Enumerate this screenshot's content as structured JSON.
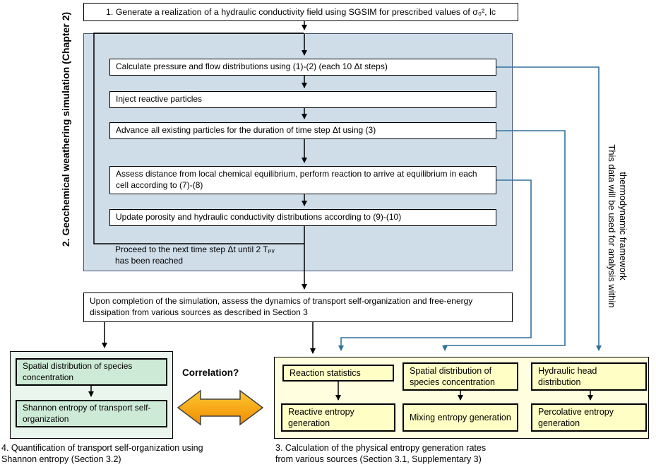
{
  "colors": {
    "loop_bg": "#cfdde9",
    "green_bg": "#eaf5ee",
    "green_box_bg": "#cdead6",
    "yellow_bg": "#ffffdf",
    "yellow_box_bg": "#ffffc5",
    "connector_blue": "#31719c",
    "arrow_orange_top": "#ffc933",
    "arrow_orange_bottom": "#f08c00"
  },
  "step1": {
    "label": "1. Generate a realization of a hydraulic conductivity field using SGSIM for prescribed values of σ₀², lc"
  },
  "left_label": "2. Geochemical weathering simulation (Chapter 2)",
  "right_label": {
    "line1": "This data will be used for analysis within",
    "line2": "thermodynamic framework"
  },
  "simulation_loop": {
    "steps": {
      "calculate": "Calculate pressure and flow distributions using (1)-(2) (each 10 Δt steps)",
      "inject": "Inject reactive particles",
      "advance": "Advance all existing particles for the duration of time step Δt using (3)",
      "assess": "Assess distance from local chemical equilibrium, perform reaction to arrive at equilibrium in each cell according to (7)-(8)",
      "update": "Update porosity and hydraulic conductivity distributions according to (9)-(10)"
    },
    "loop_note": "Proceed to the next time step Δt until 2 Tₚᵥ\nhas been reached"
  },
  "completion": {
    "label": "Upon completion of the simulation, assess the dynamics of transport self-organization and free-energy dissipation from various sources as described in Section 3"
  },
  "correlation_label": "Correlation?",
  "shannon_branch": {
    "spatial_box": "Spatial distribution of species concentration",
    "shannon_box": "Shannon entropy of transport self-organization",
    "caption": "4. Quantification of transport self-organization using\nShannon entropy (Section 3.2)"
  },
  "entropy_branch": {
    "sources": [
      "Reaction statistics",
      "Spatial distribution of species concentration",
      "Hydraulic head distribution"
    ],
    "generators": [
      "Reactive entropy generation",
      "Mixing entropy generation",
      "Percolative entropy generation"
    ],
    "caption": "3. Calculation of the physical entropy generation rates\nfrom various sources (Section 3.1, Supplementary 3)"
  }
}
